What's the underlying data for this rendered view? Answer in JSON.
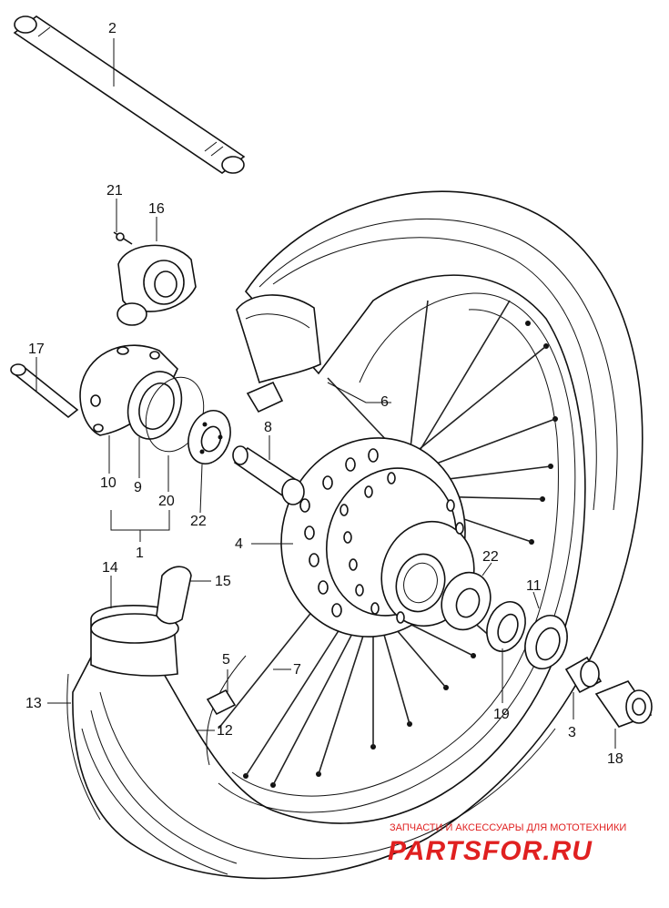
{
  "callouts": {
    "c1": "1",
    "c2": "2",
    "c3": "3",
    "c4": "4",
    "c5": "5",
    "c6": "6",
    "c7": "7",
    "c8": "8",
    "c9": "9",
    "c10": "10",
    "c11": "11",
    "c12": "12",
    "c13": "13",
    "c14": "14",
    "c15": "15",
    "c16": "16",
    "c17": "17",
    "c18": "18",
    "c19": "19",
    "c20": "20",
    "c21": "21",
    "c22a": "22",
    "c22b": "22"
  },
  "watermark": {
    "tagline": "ЗАПЧАСТИ И АКСЕССУАРЫ ДЛЯ МОТОТЕХНИКИ",
    "brand": "PARTSFOR.RU",
    "color": "#e02020"
  }
}
